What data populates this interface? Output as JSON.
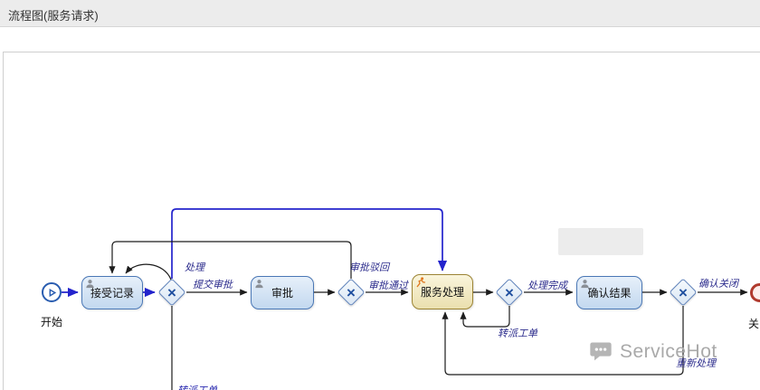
{
  "header": {
    "title": "流程图(服务请求)"
  },
  "diagram": {
    "nodes": {
      "start": {
        "label": "开始"
      },
      "accept": {
        "label": "接受记录"
      },
      "approve": {
        "label": "审批"
      },
      "service": {
        "label": "服务处理"
      },
      "confirm": {
        "label": "确认结果"
      },
      "end": {
        "label": "关闭"
      }
    },
    "labels": {
      "process": "处理",
      "submit_approval": "提交审批",
      "approval_rejected": "审批驳回",
      "approval_passed": "审批通过",
      "process_done": "处理完成",
      "transfer_ticket": "转派工单",
      "reprocess": "重新处理",
      "confirm_close": "确认关闭",
      "bottom_clipped": "转派工单"
    },
    "icons": {
      "gateway_x": "×"
    },
    "colors": {
      "task_border": "#4a77b5",
      "task_fill_top": "#e7f0fa",
      "task_fill_bottom": "#c2d8ef",
      "current_border": "#9c8434",
      "current_fill_top": "#faf5dc",
      "current_fill_bottom": "#eadfae",
      "edge": "#1c1c1c",
      "active_edge": "#2323cc",
      "gateway_x": "#1f4f9f",
      "start_ring": "#2a5db0",
      "end_ring": "#b03a2e"
    }
  },
  "watermark": {
    "text": "ServiceHot"
  }
}
